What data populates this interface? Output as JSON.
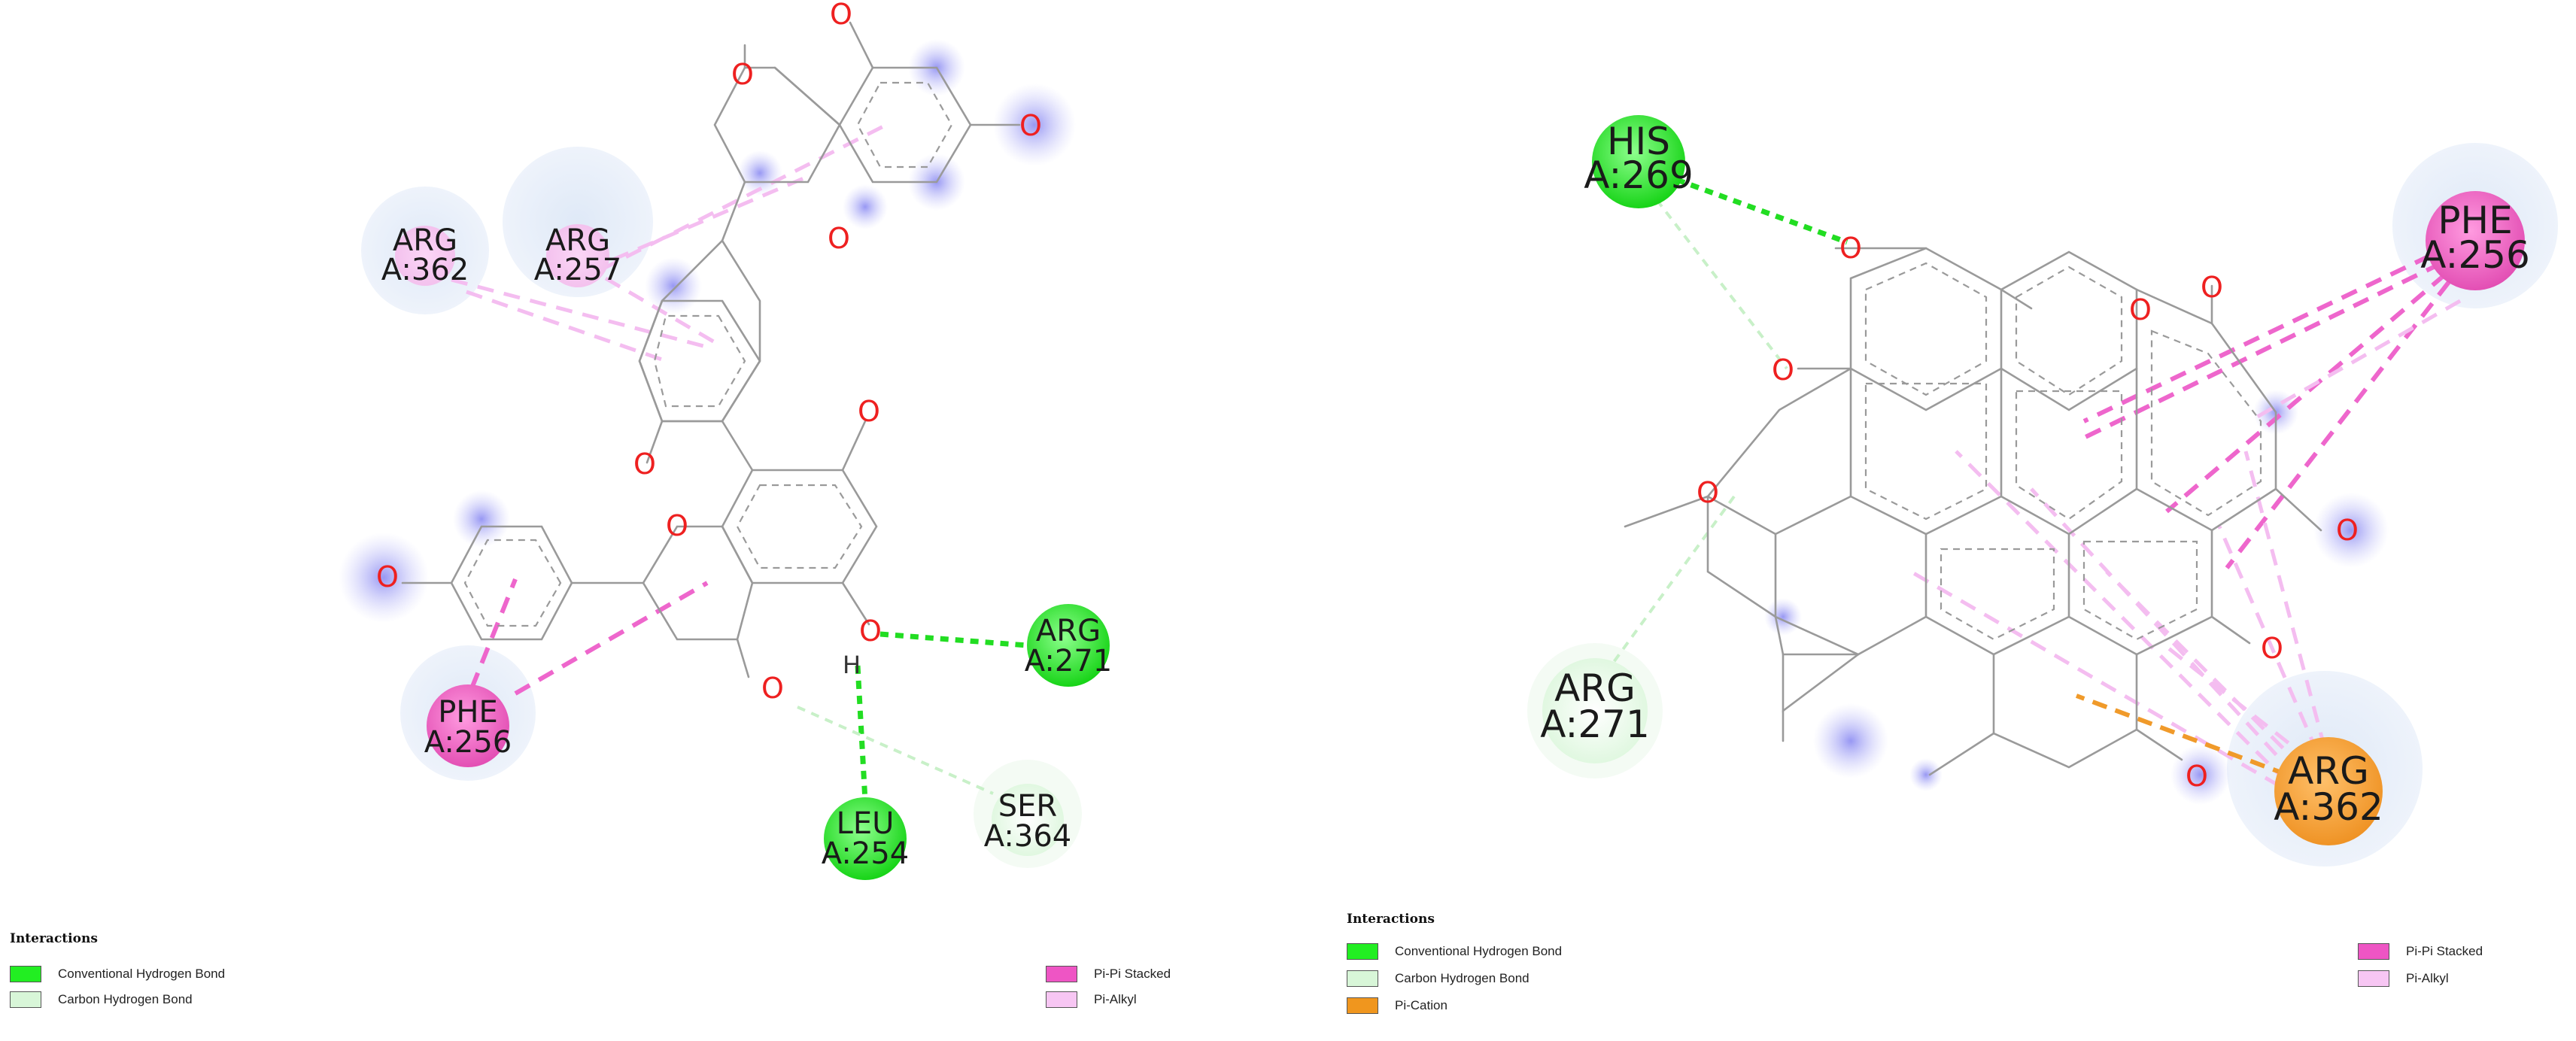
{
  "legend_left": {
    "title": "Interactions",
    "items": [
      {
        "label": "Conventional Hydrogen Bond",
        "color": "#22ee22"
      },
      {
        "label": "Carbon Hydrogen Bond",
        "color": "#d8f6d8"
      },
      {
        "label": "Pi-Pi Stacked",
        "color": "#ee55c4"
      },
      {
        "label": "Pi-Alkyl",
        "color": "#f7c6f3"
      }
    ]
  },
  "legend_right": {
    "title": "Interactions",
    "items": [
      {
        "label": "Conventional Hydrogen Bond",
        "color": "#22ee22"
      },
      {
        "label": "Carbon Hydrogen Bond",
        "color": "#d8f6d8"
      },
      {
        "label": "Pi-Cation",
        "color": "#f0961e"
      },
      {
        "label": "Pi-Pi Stacked",
        "color": "#ee55c4"
      },
      {
        "label": "Pi-Alkyl",
        "color": "#f7c6f3"
      }
    ]
  },
  "atoms": {
    "oxygen": "O",
    "hydrogen": "H"
  },
  "left_residues": {
    "arg362": {
      "name": "ARG",
      "id": "A:362"
    },
    "arg257": {
      "name": "ARG",
      "id": "A:257"
    },
    "phe256": {
      "name": "PHE",
      "id": "A:256"
    },
    "arg271": {
      "name": "ARG",
      "id": "A:271"
    },
    "leu254": {
      "name": "LEU",
      "id": "A:254"
    },
    "ser364": {
      "name": "SER",
      "id": "A:364"
    }
  },
  "right_residues": {
    "his269": {
      "name": "HIS",
      "id": "A:269"
    },
    "phe256": {
      "name": "PHE",
      "id": "A:256"
    },
    "arg271": {
      "name": "ARG",
      "id": "A:271"
    },
    "arg362": {
      "name": "ARG",
      "id": "A:362"
    }
  }
}
